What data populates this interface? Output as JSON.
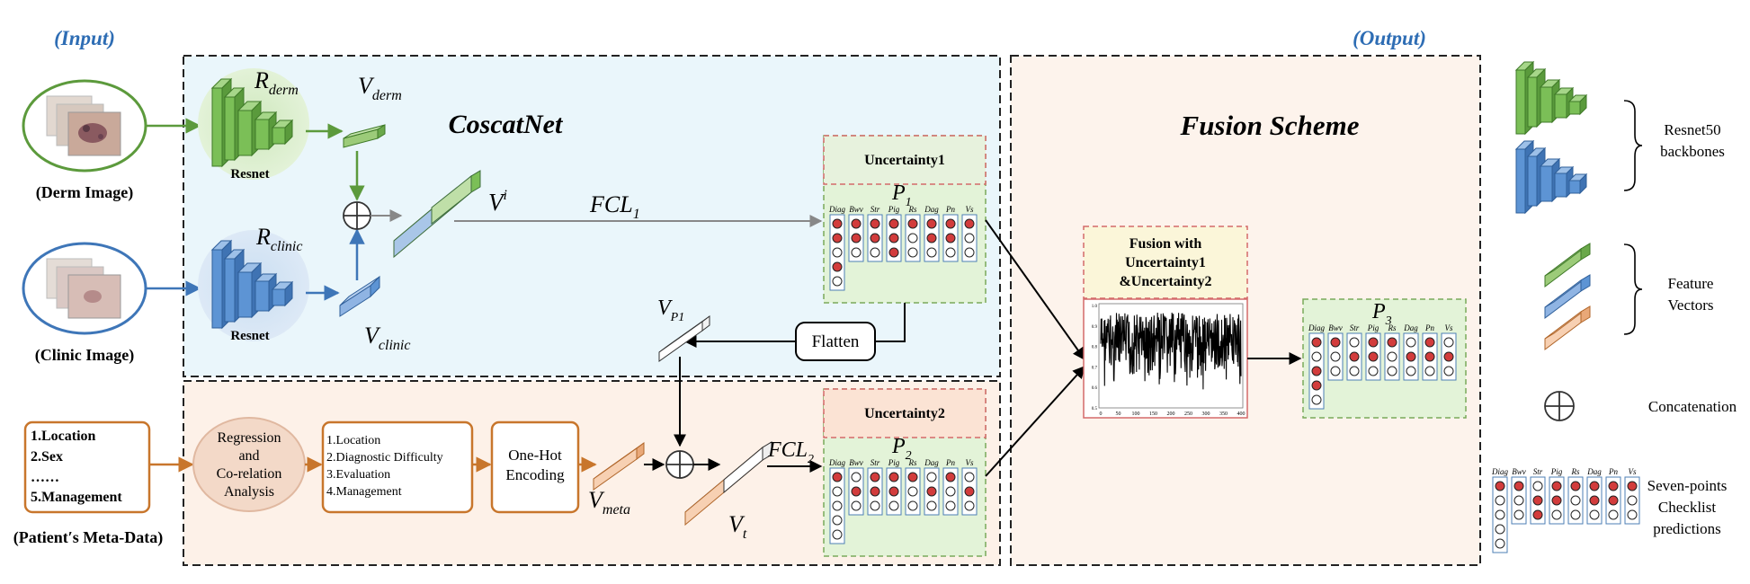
{
  "header": {
    "input": "(Input)",
    "output": "(Output)"
  },
  "colors": {
    "blue_label": "#2e6db4",
    "coscat_bg": "#eaf6fb",
    "meta_bg": "#fdf1e8",
    "fusion_bg": "#fdf3ec",
    "green": "#6aab46",
    "blue": "#4e86c8",
    "orange": "#c8762c",
    "red_dot": "#d23c3c"
  },
  "inputs": {
    "derm_label": "(Derm Image)",
    "clinic_label": "(Clinic Image)",
    "meta_label": "(Patient′s Meta-Data)",
    "meta_items": [
      "1.Location",
      "2.Sex",
      "……",
      "5.Management"
    ]
  },
  "coscatnet": {
    "title": "CoscatNet",
    "r_derm": "R",
    "r_derm_sub": "derm",
    "r_clinic": "R",
    "r_clinic_sub": "clinic",
    "resnet_top": "Resnet",
    "resnet_bottom": "Resnet",
    "v_derm": "V",
    "v_derm_sub": "derm",
    "v_clinic": "V",
    "v_clinic_sub": "clinic",
    "v_i": "V",
    "v_i_sup": "i",
    "fcl1": "FCL",
    "fcl1_sub": "1",
    "vp1": "V",
    "vp1_sub": "P1",
    "flatten": "Flatten"
  },
  "meta_branch": {
    "regression": [
      "Regression",
      "and",
      "Co-relation",
      "Analysis"
    ],
    "selected": [
      "1.Location",
      "2.Diagnostic Difficulty",
      "3.Evaluation",
      "4.Management"
    ],
    "onehot": [
      "One-Hot",
      "Encoding"
    ],
    "v_meta": "V",
    "v_meta_sub": "meta",
    "v_t": "V",
    "v_t_sub": "t",
    "fcl2": "FCL",
    "fcl2_sub": "2"
  },
  "uncertainty": {
    "u1": "Uncertainty1",
    "u2": "Uncertainty2",
    "p1": "P",
    "p1_sub": "1",
    "p2": "P",
    "p2_sub": "2",
    "p3": "P",
    "p3_sub": "3"
  },
  "checklist_headers": [
    "Diag",
    "Bwv",
    "Str",
    "Pig",
    "Rs",
    "Dag",
    "Pn",
    "Vs"
  ],
  "fusion": {
    "title": "Fusion Scheme",
    "box": [
      "Fusion with",
      "Uncertainty1",
      "&Uncertainty2"
    ],
    "plot_xticks": [
      "0",
      "50",
      "100",
      "150",
      "200",
      "250",
      "300",
      "350",
      "400"
    ],
    "plot_yticks": [
      "1.0",
      "0.9",
      "0.8",
      "0.7",
      "0.6",
      "0.5"
    ]
  },
  "legend": {
    "backbones": [
      "Resnet50",
      "backbones"
    ],
    "feature": [
      "Feature",
      "Vectors"
    ],
    "concat": "Concatenation",
    "seven": [
      "Seven-points",
      "Checklist",
      "predictions"
    ]
  }
}
